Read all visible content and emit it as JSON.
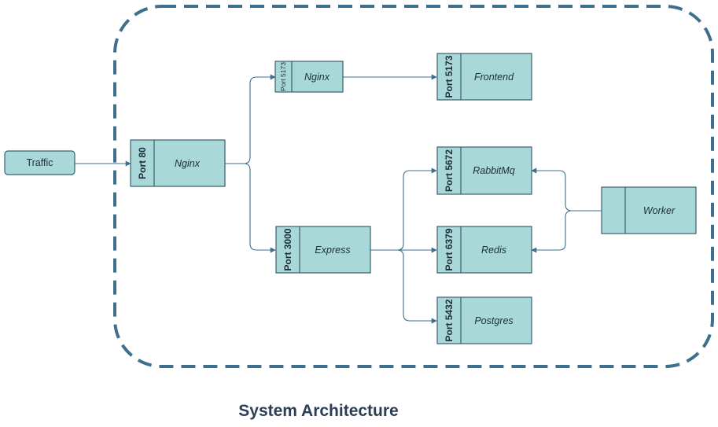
{
  "diagram": {
    "title": "System Architecture",
    "colors": {
      "node_fill": "#a8d8d8",
      "node_stroke": "#3b5f6e",
      "edge": "#3e6f8c",
      "boundary": "#3e6f8c",
      "title": "#2c3e55"
    },
    "nodes": {
      "traffic": {
        "label": "Traffic"
      },
      "nginx_main": {
        "label": "Nginx",
        "port": "Port 80"
      },
      "nginx_frontend": {
        "label": "Nginx",
        "port": "Port 5173"
      },
      "frontend": {
        "label": "Frontend",
        "port": "Port 5173"
      },
      "express": {
        "label": "Express",
        "port": "Port 3000"
      },
      "rabbitmq": {
        "label": "RabbitMq",
        "port": "Port 5672"
      },
      "redis": {
        "label": "Redis",
        "port": "Port 6379"
      },
      "postgres": {
        "label": "Postgres",
        "port": "Port 5432"
      },
      "worker": {
        "label": "Worker"
      }
    },
    "edges": [
      {
        "from": "Traffic",
        "to": "Nginx (Port 80)"
      },
      {
        "from": "Nginx (Port 80)",
        "to": "Nginx (Port 5173)"
      },
      {
        "from": "Nginx (Port 80)",
        "to": "Express"
      },
      {
        "from": "Nginx (Port 5173)",
        "to": "Frontend"
      },
      {
        "from": "Express",
        "to": "RabbitMq"
      },
      {
        "from": "Express",
        "to": "Redis"
      },
      {
        "from": "Express",
        "to": "Postgres"
      },
      {
        "from": "Worker",
        "to": "RabbitMq"
      },
      {
        "from": "Worker",
        "to": "Redis"
      }
    ]
  }
}
